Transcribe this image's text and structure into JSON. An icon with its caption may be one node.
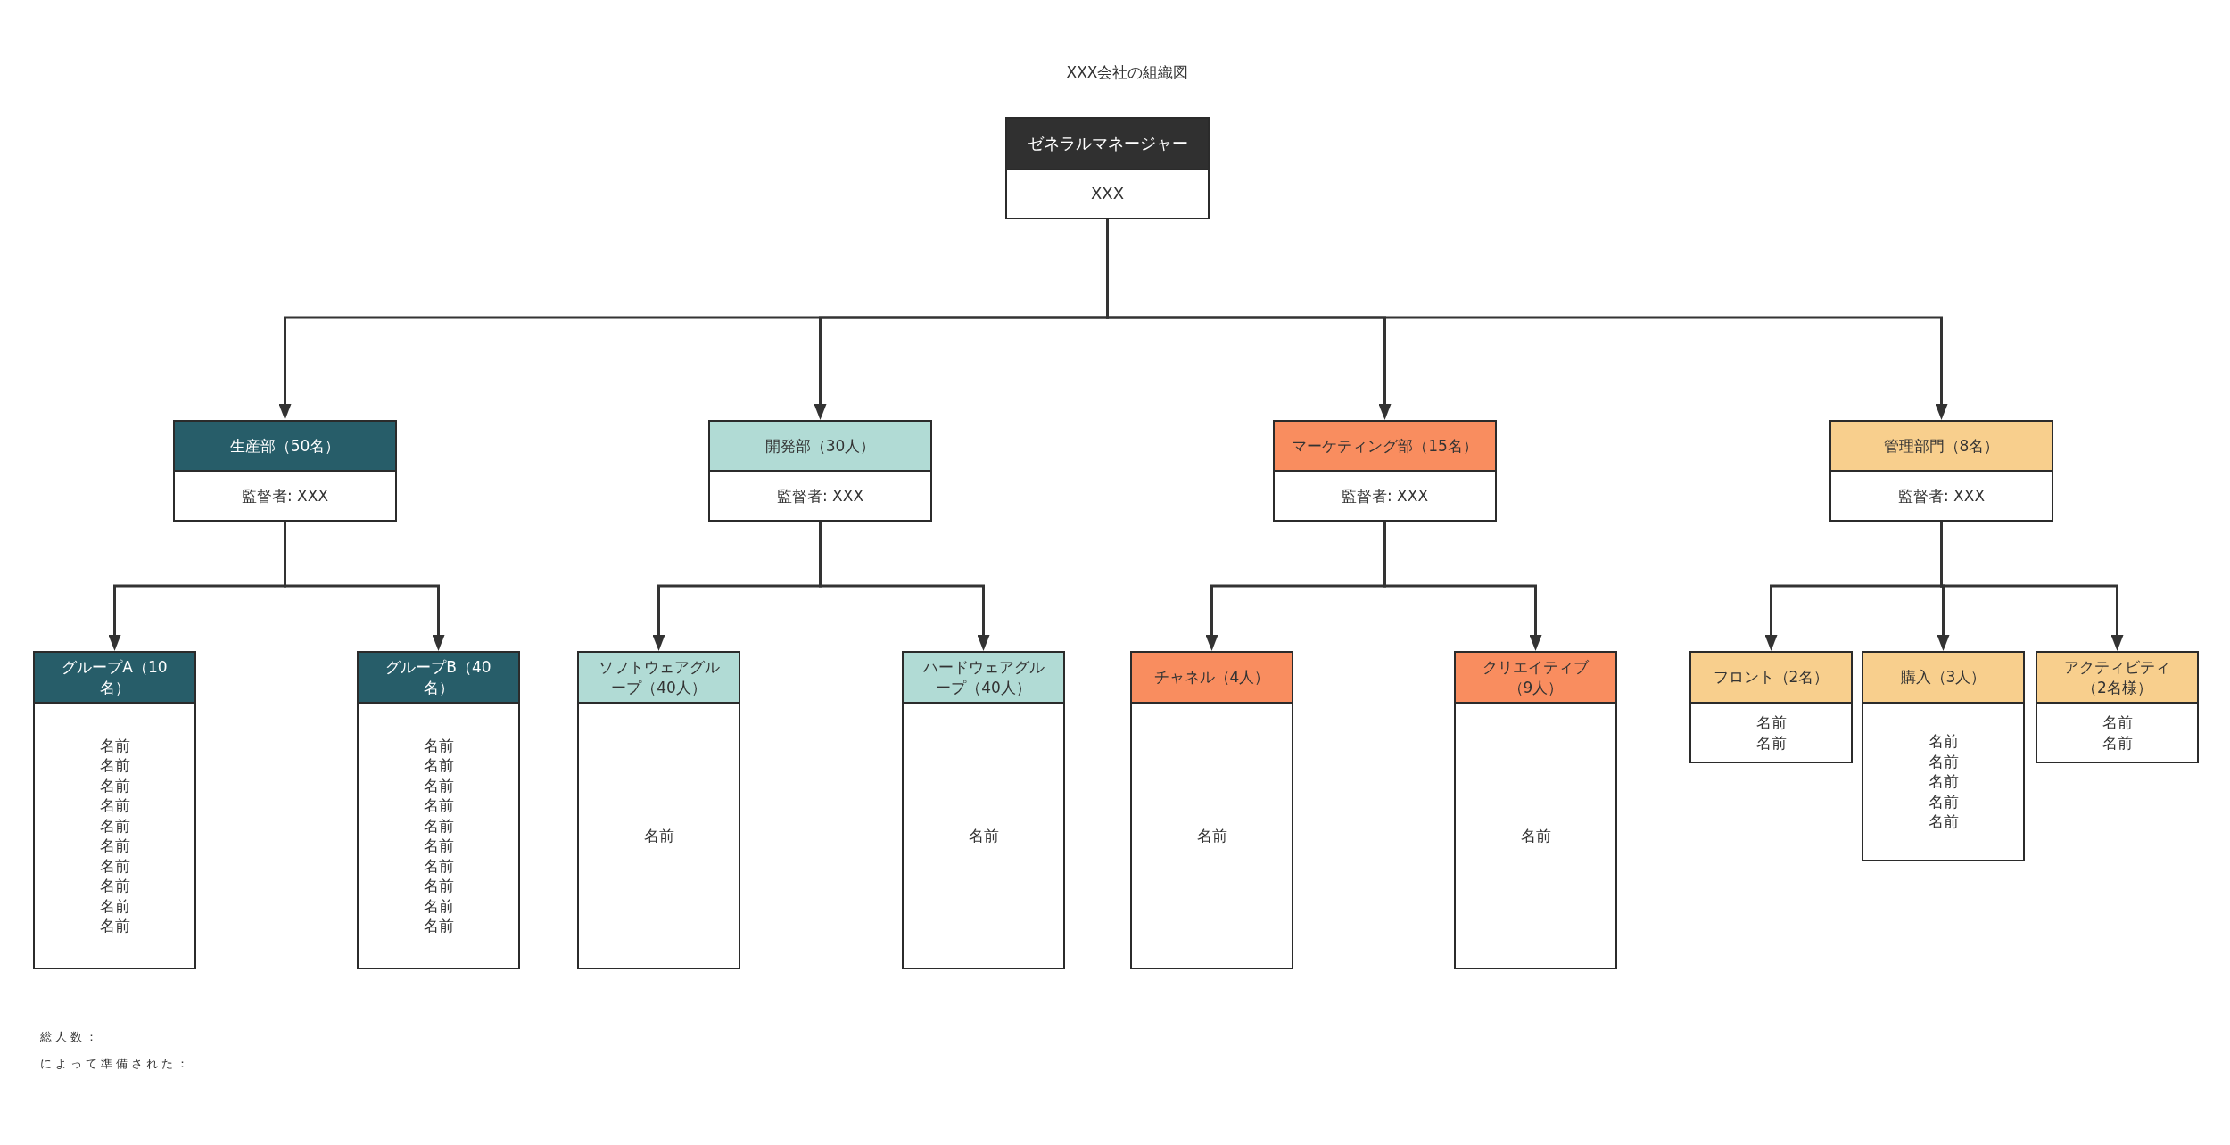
{
  "diagram": {
    "title": "XXX会社の組織図",
    "nodes": [
      {
        "text": [
          "ゼネラルマネージャー",
          "XXX"
        ]
      },
      {
        "text": [
          "生産部（50名）",
          "監督者: XXX"
        ]
      },
      {
        "text": [
          "開発部（30人）",
          "監督者: XXX"
        ]
      },
      {
        "text": [
          "マーケティング部（15名）",
          "監督者: XXX"
        ]
      },
      {
        "text": [
          "管理部門（8名）",
          "監督者: XXX"
        ]
      },
      {
        "text": [
          "グループA（10名）",
          "名前",
          "名前",
          "名前",
          "名前",
          "名前",
          "名前",
          "名前",
          "名前",
          "名前",
          "名前"
        ]
      },
      {
        "text": [
          "グループB（40名）",
          "名前",
          "名前",
          "名前",
          "名前",
          "名前",
          "名前",
          "名前",
          "名前",
          "名前",
          "名前"
        ]
      },
      {
        "text": [
          "ソフトウェアグループ（40人）",
          "名前"
        ]
      },
      {
        "text": [
          "ハードウェアグループ（40人）",
          "名前"
        ]
      },
      {
        "text": [
          "チャネル（4人）",
          "名前"
        ]
      },
      {
        "text": [
          "クリエイティブ（9人）",
          "名前"
        ]
      },
      {
        "text": [
          "フロント（2名）",
          "名前",
          "名前"
        ]
      },
      {
        "text": [
          "購入（3人）",
          "名前",
          "名前",
          "名前",
          "名前",
          "名前"
        ]
      },
      {
        "text": [
          "アクティビティ（2名様）",
          "名前",
          "名前"
        ]
      }
    ],
    "edges": [
      {
        "from": 0,
        "to": 1,
        "arrow": "to"
      },
      {
        "from": 0,
        "to": 2,
        "arrow": "to"
      },
      {
        "from": 0,
        "to": 3,
        "arrow": "to"
      },
      {
        "from": 0,
        "to": 4,
        "arrow": "to"
      },
      {
        "from": 1,
        "to": 5,
        "arrow": "to"
      },
      {
        "from": 1,
        "to": 6,
        "arrow": "to"
      },
      {
        "from": 2,
        "to": 7,
        "arrow": "to"
      },
      {
        "from": 2,
        "to": 8,
        "arrow": "to"
      },
      {
        "from": 3,
        "to": 9,
        "arrow": "to"
      },
      {
        "from": 3,
        "to": 10,
        "arrow": "to"
      },
      {
        "from": 4,
        "to": 11,
        "arrow": "to"
      },
      {
        "from": 4,
        "to": 12,
        "arrow": "to"
      },
      {
        "from": 4,
        "to": 13,
        "arrow": "to"
      }
    ],
    "labels": [
      "総人数：",
      "によって準備された："
    ]
  }
}
